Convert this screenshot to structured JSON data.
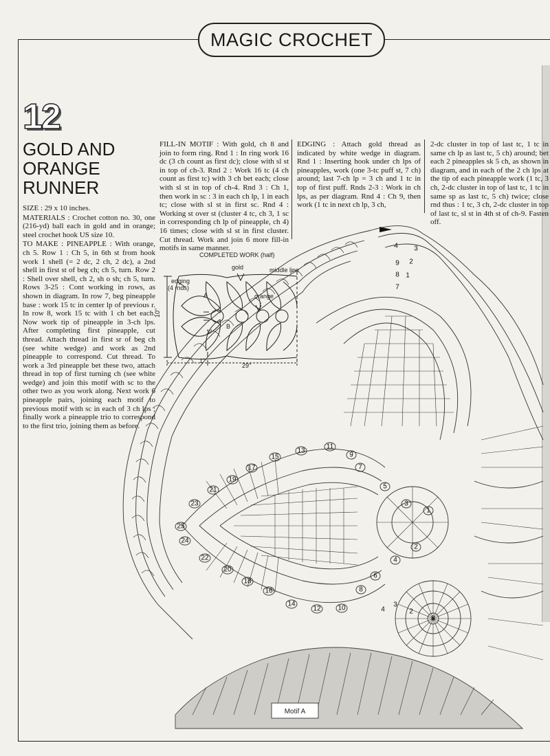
{
  "header": {
    "magazine_title": "MAGIC CROCHET"
  },
  "pattern": {
    "number": "12",
    "title_lines": [
      "GOLD AND",
      "ORANGE",
      "RUNNER"
    ]
  },
  "instructions": {
    "col1": [
      "SIZE : 29 x 10 inches.",
      "MATERIALS : Crochet cotton no. 30, one (216-yd) ball each in gold and in orange; steel crochet hook US size 10.",
      "TO MAKE : PINEAPPLE : With orange, ch 5. Row 1 : Ch 5, in 6th st from hook work 1 shell (= 2 dc, 2 ch, 2 dc), a 2nd shell in first st of beg ch; ch 5, turn. Row 2 : Shell over shell, ch 2, sh o sh; ch 5, turn. Rows 3-25 : Cont working in rows, as shown in diagram. In row 7, beg pineapple base : work 15 tc in center lp of previous r. In row 8, work 15 tc with 1 ch bet each. Now work tip of pineapple in 3-ch lps. After completing first pineapple, cut thread. Attach thread in first sr of beg ch (see white wedge) and work as 2nd pineapple to correspond. Cut thread. To work a 3rd pineapple bet these two, attach thread in top of first turning ch (see white wedge) and join this motif with sc to the other two as you work along. Next work 6 pineapple pairs, joining each motif to previous motif with sc in each of 3 ch lps ; finally work a pineapple trio to correspond to the first trio, joining them as before."
    ],
    "col2": [
      "FILL-IN MOTIF : With gold, ch 8 and join to form ring. Rnd 1 : In ring work 16 dc (3 ch count as first dc); close with sl st in top of ch-3. Rnd 2 : Work 16 tc (4 ch count as first tc) with 3 ch bet each; close with sl st in top of ch-4. Rnd 3 : Ch 1, then work in sc : 3 in each ch lp, 1 in each tc; close with sl st in first sc. Rnd 4 : Working st over st (cluster 4 tc, ch 3, 1 sc in corresponding ch lp of pineapple, ch 4) 16 times; close with sl st in first cluster. Cut thread. Work and join 6 more fill-in motifs in same manner."
    ],
    "col3": [
      "EDGING : Attach gold thread as indicated by white wedge in diagram. Rnd 1 : Inserting hook under ch lps of pineapples, work (one 3-tc puff st, 7 ch) around; last 7-ch lp = 3 ch and 1 tc in top of first puff. Rnds 2-3 : Work in ch lps, as per diagram. Rnd 4 : Ch 9, then work (1 tc in next ch lp, 3 ch,"
    ],
    "col4": [
      "2-dc cluster in top of last tc, 1 tc in same ch lp as last tc, 5 ch) around; bet each 2 pineapples sk 5 ch, as shown in diagram, and in each of the 2 ch lps at the tip of each pineapple work (1 tc, 3 ch, 2-dc cluster in top of last tc, 1 tc in same sp as last tc, 5 ch) twice; close rnd thus : 1 tc, 3 ch, 2-dc cluster in top of last tc, sl st in 4th st of ch-9. Fasten off."
    ]
  },
  "completed_work": {
    "title": "COMPLETED WORK (half)",
    "labels": {
      "gold": "gold",
      "middle_line": "middle line",
      "edging": "edging",
      "edging_rnds": "(4 rnds)",
      "orange": "orange",
      "a": "A",
      "b": "B",
      "height": "10\"",
      "width": "29\"",
      "small_dim": "1\"",
      "small_dim2": "1\""
    }
  },
  "chart": {
    "motif_label": "Motif A",
    "edging_numbers": [
      "4",
      "3",
      "9",
      "2",
      "8",
      "1",
      "7"
    ],
    "row_numbers": [
      "25",
      "24",
      "23",
      "22",
      "21",
      "20",
      "19",
      "18",
      "17",
      "16",
      "15",
      "14",
      "13",
      "12",
      "11",
      "10",
      "9",
      "8",
      "7",
      "6",
      "5",
      "4",
      "3",
      "2",
      "1"
    ],
    "motif_numbers": [
      "4",
      "3",
      "2",
      "1",
      "5",
      "3",
      "1",
      "2",
      "4",
      "6",
      "8"
    ]
  }
}
